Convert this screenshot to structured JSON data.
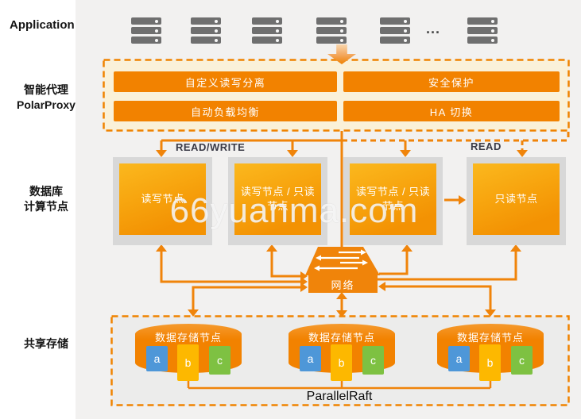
{
  "left_labels": {
    "application": "Application",
    "proxy_line1": "智能代理",
    "proxy_line2": "PolarProxy",
    "compute_line1": "数据库",
    "compute_line2": "计算节点",
    "storage": "共享存储"
  },
  "app_tier": {
    "ellipsis": "...",
    "server_count": 6
  },
  "proxy": {
    "features": [
      "自定义读写分离",
      "安全保护",
      "自动负载均衡",
      "HA 切换"
    ]
  },
  "routing": {
    "read_write_label": "READ/WRITE",
    "read_label": "READ"
  },
  "compute": {
    "nodes": [
      {
        "label": "读写节点"
      },
      {
        "label": "读写节点 / 只读节点"
      },
      {
        "label": "读写节点 / 只读节点"
      },
      {
        "label": "只读节点"
      }
    ]
  },
  "network": {
    "label": "网络"
  },
  "storage": {
    "nodes": [
      {
        "label": "数据存储节点",
        "chips": [
          "a",
          "b",
          "c"
        ]
      },
      {
        "label": "数据存储节点",
        "chips": [
          "a",
          "b",
          "c"
        ]
      },
      {
        "label": "数据存储节点",
        "chips": [
          "a",
          "b",
          "c"
        ]
      }
    ],
    "protocol_label": "ParallelRaft"
  },
  "watermark": "66yuanma.com",
  "colors": {
    "accent_orange": "#F08300",
    "line_orange": "#F0840A",
    "node_gradient_top": "#FBB81E",
    "proxy_box_fill": "#FAF1D9",
    "storage_box_fill": "#ECECEB",
    "chip_a_blue": "#4E97D8",
    "chip_b_amber": "#FDB800",
    "chip_c_green": "#7EC142",
    "server_gray": "#6F6F6F"
  }
}
